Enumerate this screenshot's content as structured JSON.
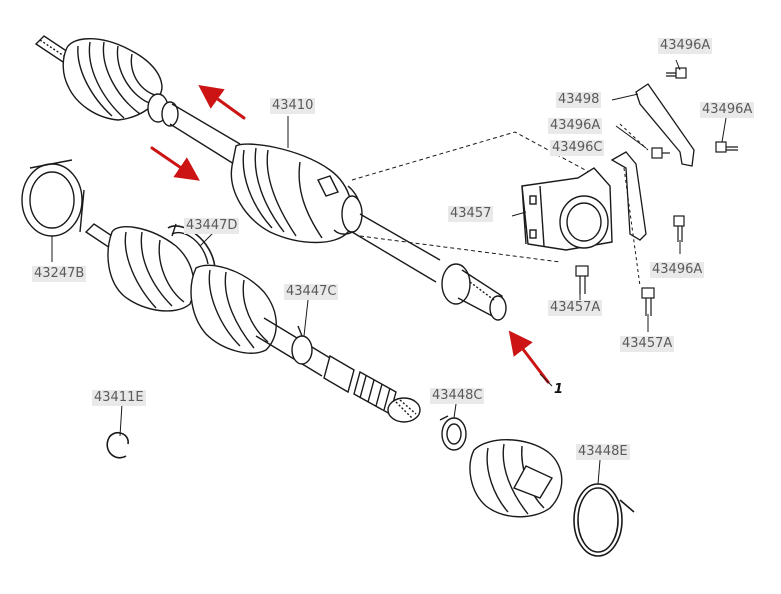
{
  "labels": {
    "p43410": "43410",
    "p43447D": "43447D",
    "p43247B": "43247B",
    "p43447C": "43447C",
    "p43457": "43457",
    "p43457A_1": "43457A",
    "p43457A_2": "43457A",
    "p43496A_1": "43496A",
    "p43496A_2": "43496A",
    "p43496A_3": "43496A",
    "p43496A_4": "43496A",
    "p43496C": "43496C",
    "p43498": "43498",
    "p43411E": "43411E",
    "p43448C": "43448C",
    "p43448E": "43448E"
  },
  "callout": "1",
  "colors": {
    "line": "#1a1a1a",
    "arrow": "#cc1414",
    "label_bg": "#e9e9e9",
    "label_text": "#5a5a5a"
  }
}
